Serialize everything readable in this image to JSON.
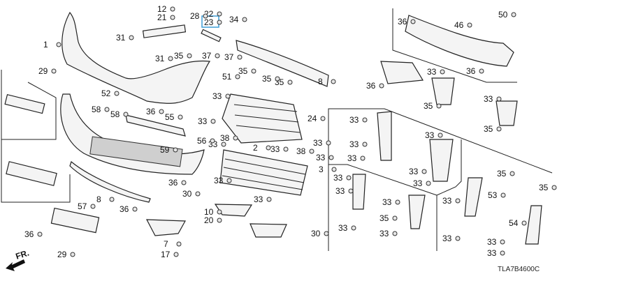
{
  "diagram": {
    "code": "TLA7B4600C",
    "front_indicator": "FR.",
    "highlighted_label": "23",
    "highlight_color": "#4aa3d8",
    "labels": [
      "12",
      "21",
      "28",
      "22",
      "23",
      "34",
      "31",
      "1",
      "31",
      "35",
      "37",
      "37",
      "29",
      "51",
      "35",
      "35",
      "35",
      "8",
      "52",
      "58",
      "58",
      "36",
      "55",
      "33",
      "24",
      "33",
      "56",
      "33",
      "38",
      "2",
      "59",
      "33",
      "38",
      "33",
      "33",
      "3",
      "33",
      "36",
      "8",
      "30",
      "36",
      "10",
      "20",
      "57",
      "36",
      "29",
      "7",
      "17",
      "33",
      "30",
      "36",
      "46",
      "50",
      "36",
      "36",
      "33",
      "35",
      "33",
      "35",
      "33",
      "33",
      "33",
      "33",
      "33",
      "33",
      "33",
      "33",
      "33",
      "33",
      "35",
      "33",
      "35",
      "53",
      "33",
      "33",
      "35",
      "54",
      "33",
      "33"
    ]
  }
}
